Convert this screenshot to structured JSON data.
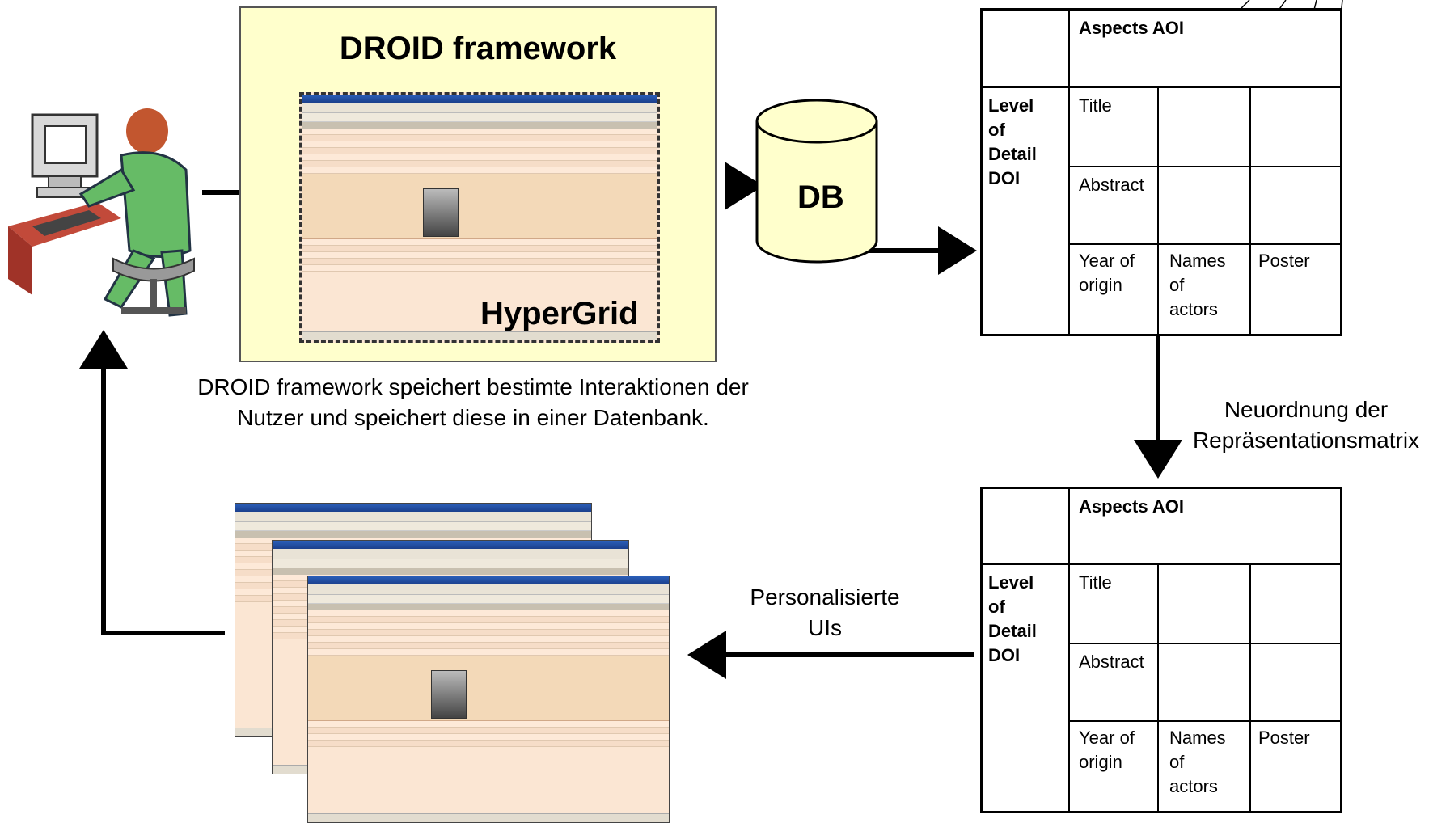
{
  "framework": {
    "title": "DROID framework",
    "inner_label": "HyperGrid"
  },
  "database": {
    "label": "DB"
  },
  "captions": {
    "storage_line1": "DROID framework speichert bestimte Interaktionen der",
    "storage_line2": "Nutzer und speichert diese in einer Datenbank.",
    "reorder_line1": "Neuordnung der",
    "reorder_line2": "Repräsentationsmatrix",
    "personalized_line1": "Personalisierte",
    "personalized_line2": "UIs"
  },
  "matrix": {
    "column_header": "Aspects AOI",
    "row_header": [
      "Level",
      "of",
      "Detail",
      "DOI"
    ],
    "cells": {
      "title": "Title",
      "abstract": "Abstract",
      "year": [
        "Year of",
        "origin"
      ],
      "names": [
        "Names",
        "of",
        "actors"
      ],
      "poster": "Poster"
    }
  },
  "colors": {
    "framework_fill": "#ffffcc",
    "db_fill": "#ffffcc",
    "swap_arrow": "#f5a623",
    "arrow": "#000000"
  }
}
